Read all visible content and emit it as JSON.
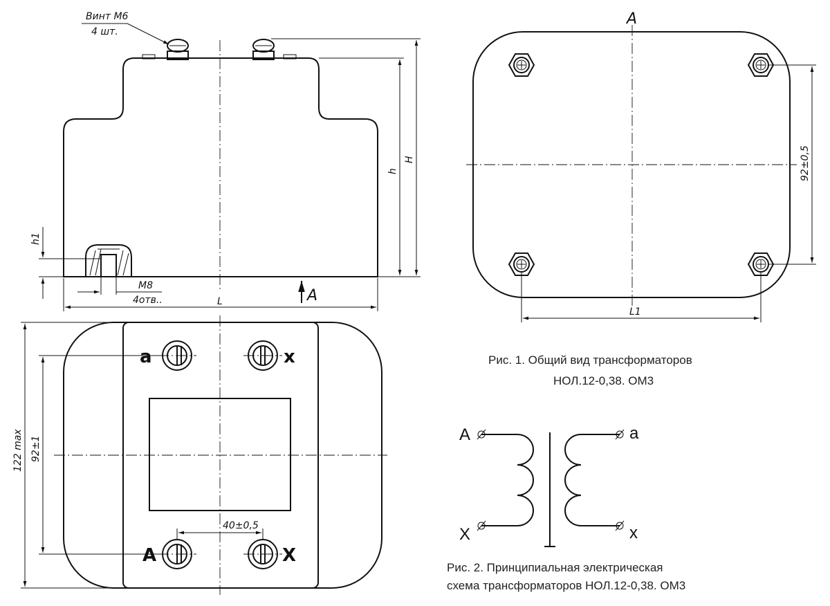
{
  "top_view": {
    "screw_note_line1": "Винт М6",
    "screw_note_line2": "4 шт.",
    "dim_h": "h",
    "dim_H": "H",
    "dim_h1": "h1",
    "dim_L": "L",
    "thread_note_line1": "М8",
    "thread_note_line2": "4отв..",
    "view_marker": "А"
  },
  "plan_view": {
    "terminal_a": "a",
    "terminal_x": "x",
    "terminal_A": "A",
    "terminal_X": "X",
    "dim_height_max": "122 max",
    "dim_terminal_spacing": "92±1",
    "dim_horizontal_spacing": "40±0,5"
  },
  "base_view": {
    "view_title": "А",
    "dim_vertical": "92±0,5",
    "dim_L1": "L1"
  },
  "captions": {
    "fig1_line1": "Рис. 1. Общий вид трансформаторов",
    "fig1_line2": "НОЛ.12-0,38. ОМ3",
    "fig2_line1": "Рис. 2. Принципиальная электрическая",
    "fig2_line2": "схема трансформаторов НОЛ.12-0,38. ОМ3"
  },
  "schematic": {
    "primary_top": "A",
    "primary_bottom": "X",
    "secondary_top": "a",
    "secondary_bottom": "x"
  }
}
